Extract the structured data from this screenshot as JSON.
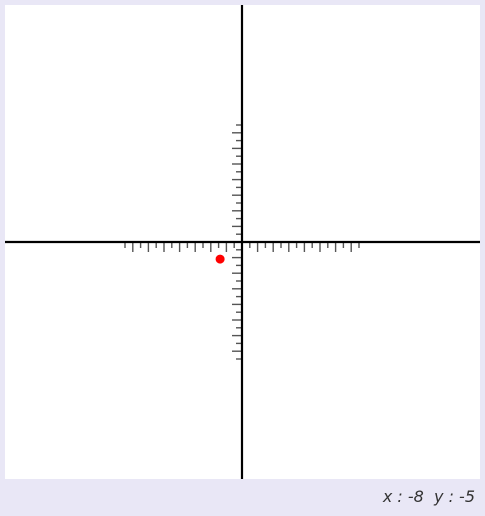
{
  "app": {
    "background_color": "#e9e7f6",
    "plane_background_color": "#ffffff"
  },
  "plane": {
    "x_range": [
      -15,
      15
    ],
    "y_range": [
      -15,
      15
    ],
    "minor_tick_step": 1,
    "major_tick_step": 2,
    "axis_color": "#000000",
    "tick_color": "#555555"
  },
  "point": {
    "x": -3,
    "y": -2,
    "color": "#ff0000"
  },
  "coordinate_readout": {
    "x_label": "x",
    "x_value": "-8",
    "y_label": "y",
    "y_value": "-5"
  }
}
